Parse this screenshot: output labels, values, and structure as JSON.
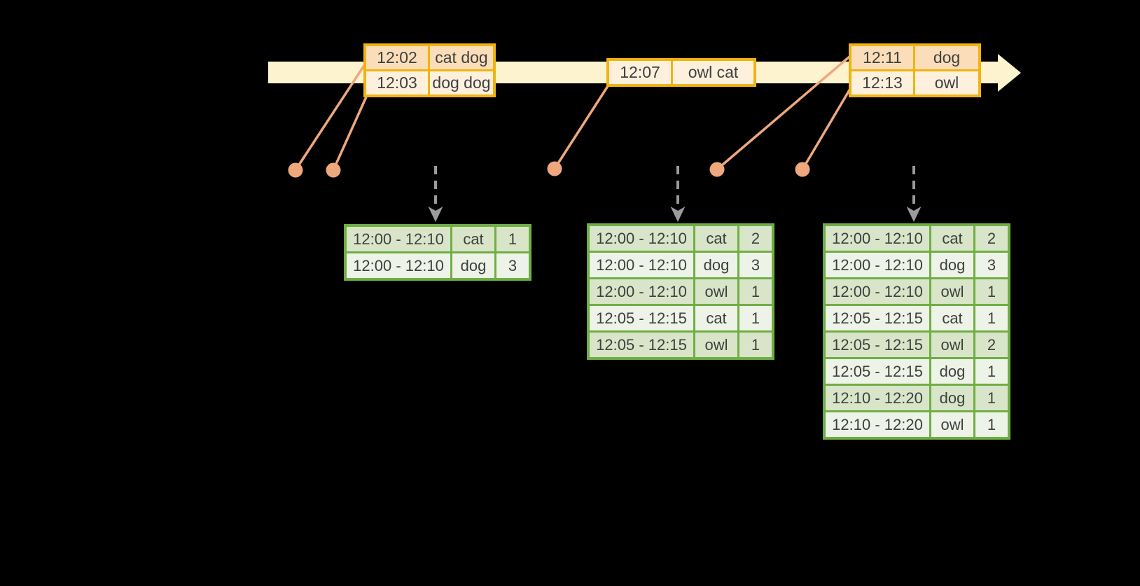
{
  "timeline": {
    "event_tables": [
      {
        "name": "events-around-12-02",
        "rows": [
          [
            "12:02",
            "cat dog"
          ],
          [
            "12:03",
            "dog dog"
          ]
        ]
      },
      {
        "name": "events-around-12-07",
        "rows": [
          [
            "12:07",
            "owl cat"
          ]
        ]
      },
      {
        "name": "events-around-12-11",
        "rows": [
          [
            "12:11",
            "dog"
          ],
          [
            "12:13",
            "owl"
          ]
        ]
      }
    ]
  },
  "result_tables": [
    {
      "name": "windowed-counts-trigger-1",
      "rows": [
        [
          "12:00 - 12:10",
          "cat",
          "1"
        ],
        [
          "12:00 - 12:10",
          "dog",
          "3"
        ]
      ]
    },
    {
      "name": "windowed-counts-trigger-2",
      "rows": [
        [
          "12:00 - 12:10",
          "cat",
          "2"
        ],
        [
          "12:00 - 12:10",
          "dog",
          "3"
        ],
        [
          "12:00 - 12:10",
          "owl",
          "1"
        ],
        [
          "12:05 - 12:15",
          "cat",
          "1"
        ],
        [
          "12:05 - 12:15",
          "owl",
          "1"
        ]
      ]
    },
    {
      "name": "windowed-counts-trigger-3",
      "rows": [
        [
          "12:00 - 12:10",
          "cat",
          "2"
        ],
        [
          "12:00 - 12:10",
          "dog",
          "3"
        ],
        [
          "12:00 - 12:10",
          "owl",
          "1"
        ],
        [
          "12:05 - 12:15",
          "cat",
          "1"
        ],
        [
          "12:05 - 12:15",
          "owl",
          "2"
        ],
        [
          "12:05 - 12:15",
          "dog",
          "1"
        ],
        [
          "12:10 - 12:20",
          "dog",
          "1"
        ],
        [
          "12:10 - 12:20",
          "owl",
          "1"
        ]
      ]
    }
  ],
  "colors": {
    "bg": "#000000",
    "text": "#3f3f3f",
    "gold": "#f1b30e",
    "peach-dark": "#fbdeb9",
    "peach-light": "#fdf1de",
    "cream": "#fdf3cf",
    "salmon": "#efa87c",
    "green-border": "#6fae44",
    "green-dark": "#d8e5c9",
    "green-light": "#edf3e7",
    "gray": "#9b9b9b"
  }
}
